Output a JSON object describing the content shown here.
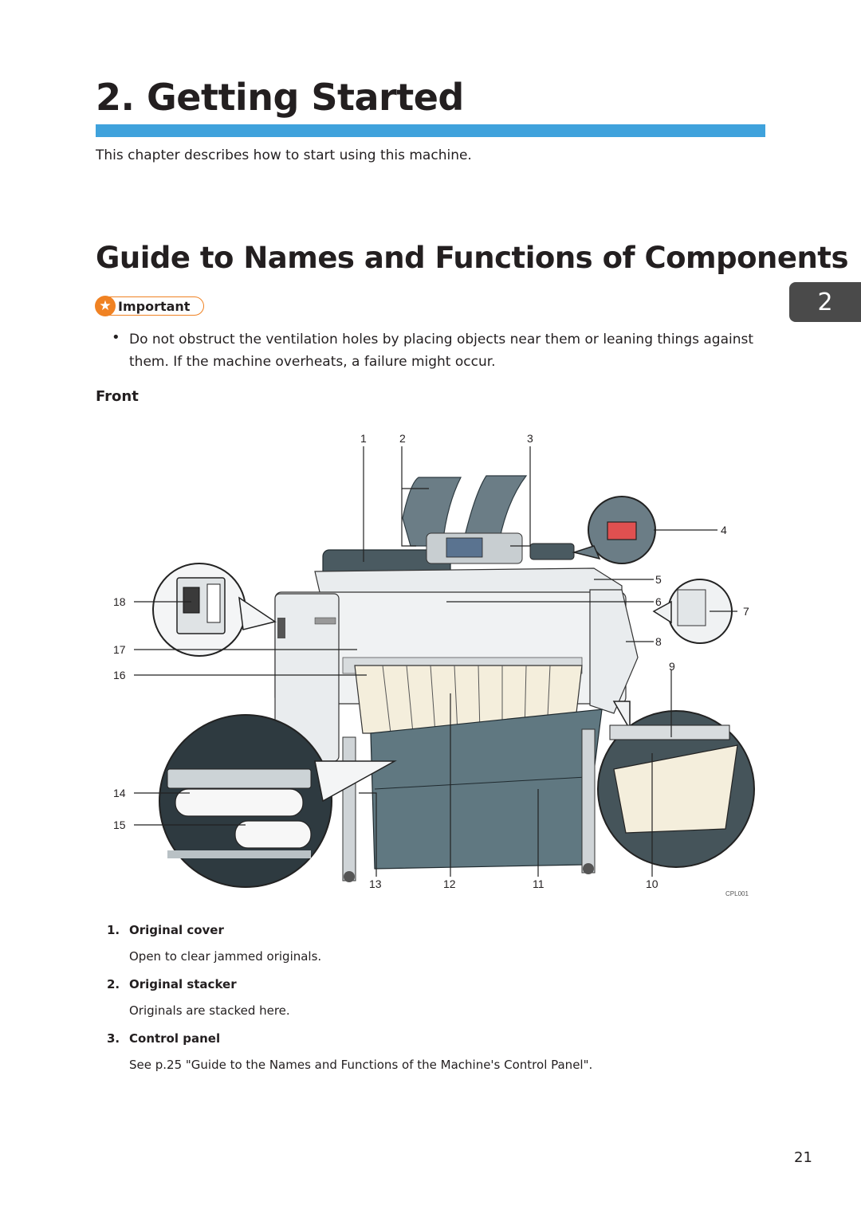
{
  "chapter": {
    "title": "2. Getting Started",
    "intro": "This chapter describes how to start using this machine.",
    "tab_number": "2",
    "accent_color": "#3fa2dc"
  },
  "section": {
    "title": "Guide to Names and Functions of Components"
  },
  "important": {
    "label": "Important",
    "icon": "star-icon",
    "color": "#f08223",
    "bullet": "Do not obstruct the ventilation holes by placing objects near them or leaning things against them. If the machine overheats, a failure might occur."
  },
  "front_label": "Front",
  "figure": {
    "callouts": [
      "1",
      "2",
      "3",
      "4",
      "5",
      "6",
      "7",
      "8",
      "9",
      "10",
      "11",
      "12",
      "13",
      "14",
      "15",
      "16",
      "17",
      "18"
    ],
    "code": "CPL001"
  },
  "items": [
    {
      "number": "1.",
      "name": "Original cover",
      "description": "Open to clear jammed originals."
    },
    {
      "number": "2.",
      "name": "Original stacker",
      "description": "Originals are stacked here."
    },
    {
      "number": "3.",
      "name": "Control panel",
      "description": "See p.25 \"Guide to the Names and Functions of the Machine's Control Panel\"."
    }
  ],
  "page_number": "21"
}
